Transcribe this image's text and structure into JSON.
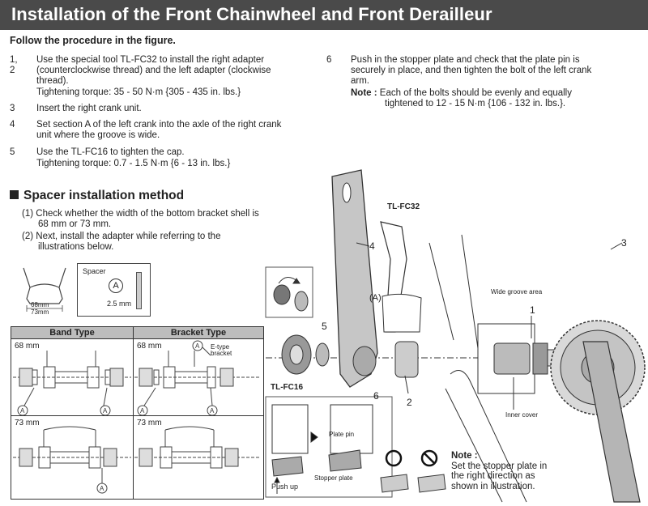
{
  "title": "Installation of the Front Chainwheel and Front Derailleur",
  "intro": "Follow the procedure in the figure.",
  "steps_left": [
    {
      "num": "1, 2",
      "lines": [
        "Use the special tool TL-FC32 to install the right adapter",
        "(counterclockwise thread) and the left adapter (clockwise",
        "thread).",
        "Tightening torque: 35 - 50 N·m {305 - 435 in. lbs.}"
      ]
    },
    {
      "num": "3",
      "lines": [
        "Insert the right crank unit."
      ]
    },
    {
      "num": "4",
      "lines": [
        "Set section A of the left crank into the axle of the right crank",
        "unit where the groove is wide."
      ]
    },
    {
      "num": "5",
      "lines": [
        "Use the TL-FC16 to tighten the cap.",
        "Tightening torque: 0.7 - 1.5 N·m {6 - 13 in. lbs.}"
      ]
    }
  ],
  "step6": {
    "num": "6",
    "lines": [
      "Push in the stopper plate and check that the plate pin is",
      "securely in place, and then tighten the bolt of the left crank",
      "arm."
    ]
  },
  "note6": {
    "label": "Note :",
    "lines": [
      "Each of the bolts should be evenly and equally",
      "tightened to 12 - 15 N·m {106 - 132 in. lbs.}."
    ]
  },
  "spacer": {
    "heading": "Spacer installation method",
    "items": [
      {
        "num": "(1)",
        "lines": [
          "Check whether the width of the bottom bracket shell is",
          "68 mm or 73 mm."
        ]
      },
      {
        "num": "(2)",
        "lines": [
          "Next, install the adapter while referring to the",
          "illustrations below."
        ]
      }
    ],
    "width_labels": [
      "68mm",
      "73mm"
    ],
    "spacer_label": "Spacer",
    "spacer_mark": "A",
    "spacer_size": "2.5 mm"
  },
  "table": {
    "headers": [
      "Band Type",
      "Bracket Type"
    ],
    "row1_label": "68 mm",
    "row2_label": "73 mm",
    "etype": [
      "E-type",
      "bracket"
    ],
    "mark": "A"
  },
  "figure": {
    "tl_fc32": "TL-FC32",
    "tl_fc16": "TL-FC16",
    "wide_groove": "Wide groove area",
    "inner_cover": "Inner cover",
    "section_a": "(A)",
    "plate_pin": "Plate pin",
    "stopper_plate": "Stopper plate",
    "push_up": "Push up",
    "numbers": [
      "1",
      "2",
      "3",
      "4",
      "5",
      "6"
    ]
  },
  "note_box": {
    "label": "Note :",
    "lines": [
      "Set the stopper plate in",
      "the right direction as",
      "shown in illustration."
    ]
  }
}
